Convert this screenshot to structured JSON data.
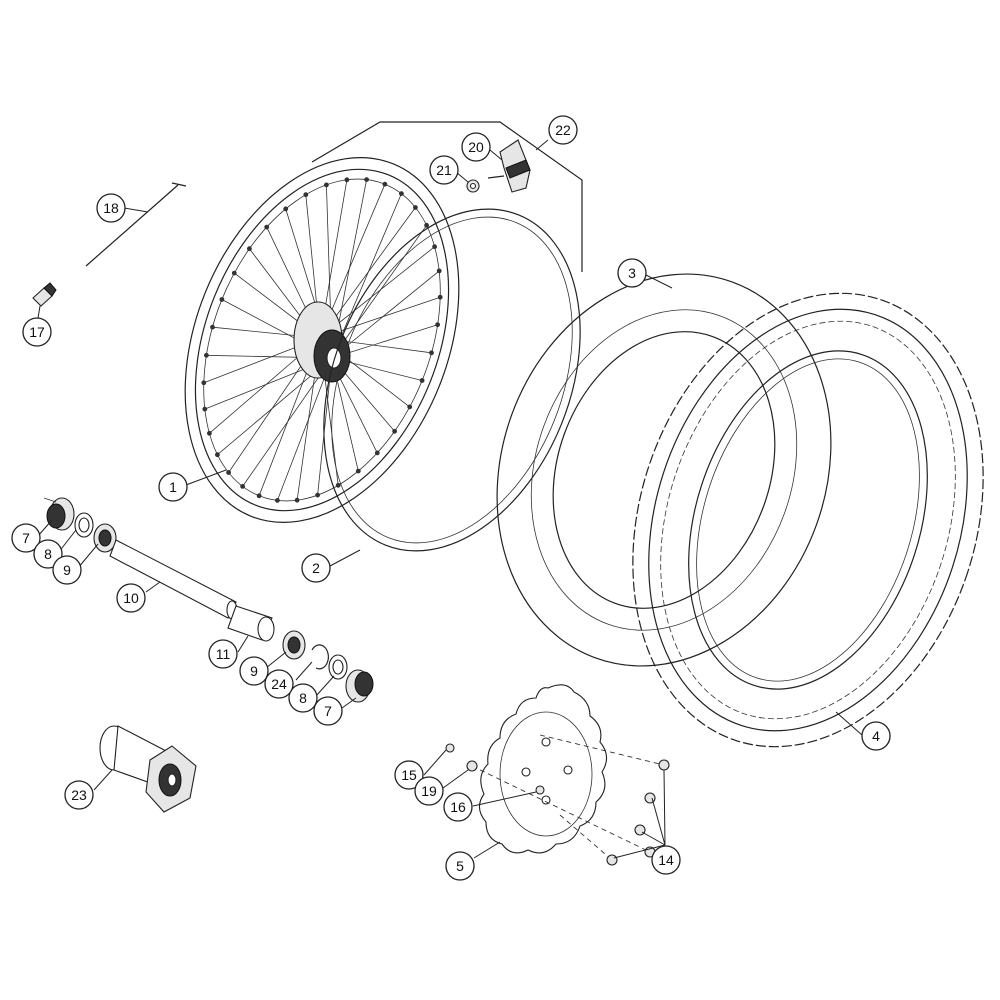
{
  "callouts": [
    {
      "id": "1",
      "label": "1"
    },
    {
      "id": "2",
      "label": "2"
    },
    {
      "id": "3",
      "label": "3"
    },
    {
      "id": "4",
      "label": "4"
    },
    {
      "id": "5",
      "label": "5"
    },
    {
      "id": "7a",
      "label": "7"
    },
    {
      "id": "7b",
      "label": "7"
    },
    {
      "id": "8a",
      "label": "8"
    },
    {
      "id": "8b",
      "label": "8"
    },
    {
      "id": "9a",
      "label": "9"
    },
    {
      "id": "9b",
      "label": "9"
    },
    {
      "id": "10",
      "label": "10"
    },
    {
      "id": "11",
      "label": "11"
    },
    {
      "id": "14",
      "label": "14"
    },
    {
      "id": "15",
      "label": "15"
    },
    {
      "id": "16",
      "label": "16"
    },
    {
      "id": "17",
      "label": "17"
    },
    {
      "id": "18",
      "label": "18"
    },
    {
      "id": "19",
      "label": "19"
    },
    {
      "id": "20",
      "label": "20"
    },
    {
      "id": "21",
      "label": "21"
    },
    {
      "id": "22",
      "label": "22"
    },
    {
      "id": "23",
      "label": "23"
    },
    {
      "id": "24",
      "label": "24"
    }
  ]
}
